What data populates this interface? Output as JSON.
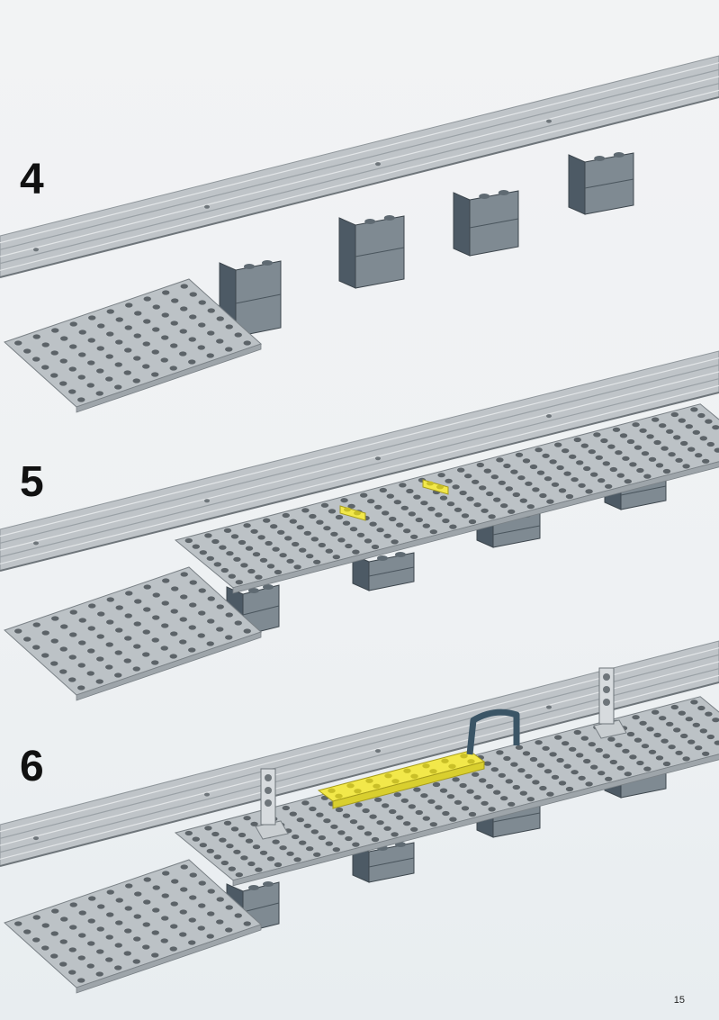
{
  "steps": [
    {
      "number": "4",
      "scene": "ramp-plate-onto-supports"
    },
    {
      "number": "5",
      "scene": "baseplates-with-yellow-tiles"
    },
    {
      "number": "6",
      "scene": "signals-bench-handrail"
    }
  ],
  "page_number": "15",
  "colors": {
    "rail": "#bfc4c8",
    "rail_dark": "#8f969b",
    "plate": "#bcc2c6",
    "stud": "#5c6368",
    "support": "#7f8a92",
    "support_dark": "#4d5a65",
    "yellow": "#f2e84a",
    "dark_blue": "#3b5566"
  }
}
